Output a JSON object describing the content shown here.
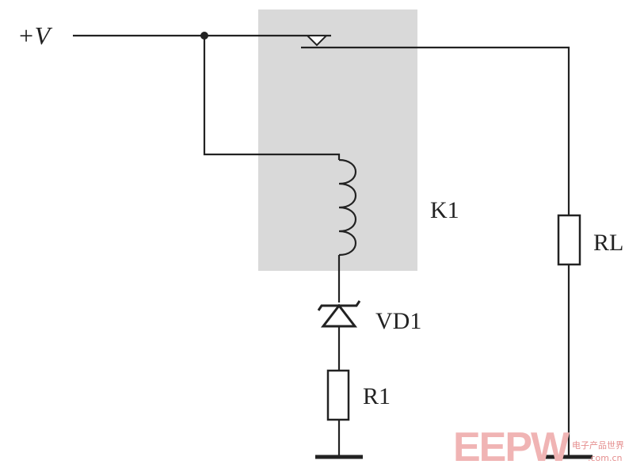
{
  "diagram": {
    "supply_label": "+V",
    "relay_label": "K1",
    "load_label": "RL",
    "diode_label": "VD1",
    "resistor_label": "R1"
  },
  "watermark": {
    "brand": "EEPW",
    "tagline": "电子产品世界",
    "url": ".com.cn"
  },
  "colors": {
    "relay_box": "#d9d9d9",
    "wire": "#222222",
    "watermark": "#f0b4b4"
  }
}
